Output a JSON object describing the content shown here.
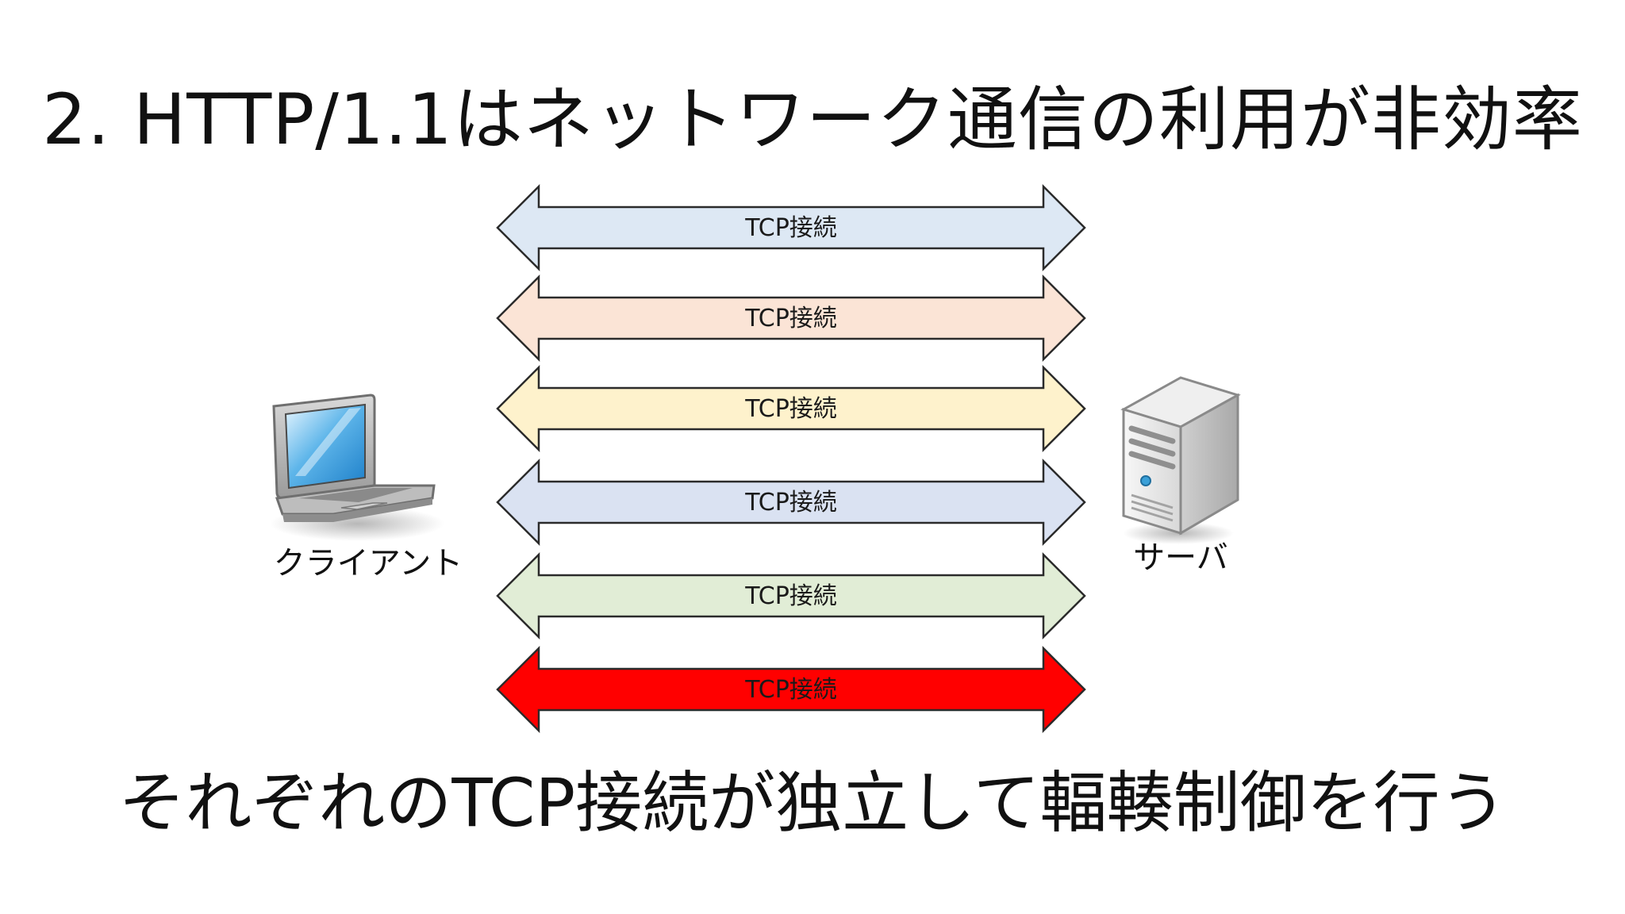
{
  "title": "2. HTTP/1.1はネットワーク通信の利用が非効率",
  "caption": "それぞれのTCP接続が独立して輻輳制御を行う",
  "client": {
    "label": "クライアント",
    "icon": "laptop-icon"
  },
  "server": {
    "label": "サーバ",
    "icon": "server-icon"
  },
  "connections": [
    {
      "label": "TCP接続",
      "color": "#dde8f4"
    },
    {
      "label": "TCP接続",
      "color": "#fbe4d6"
    },
    {
      "label": "TCP接続",
      "color": "#fef2cc"
    },
    {
      "label": "TCP接続",
      "color": "#dae2f2"
    },
    {
      "label": "TCP接続",
      "color": "#e1edd6"
    },
    {
      "label": "TCP接続",
      "color": "#ff0000"
    }
  ]
}
